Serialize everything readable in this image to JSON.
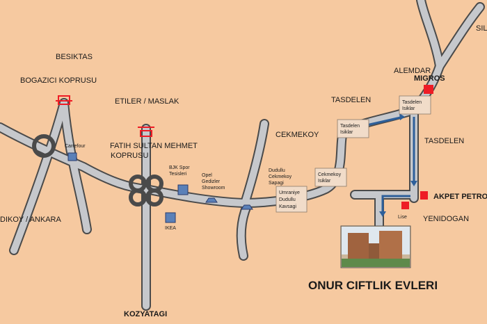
{
  "colors": {
    "background": "#f6c9a0",
    "road_outline": "#4a4a4a",
    "road_fill": "#c6c8cc",
    "marker_red": "#ee1c25",
    "marker_blue": "#5a80b8",
    "box_fill": "#f1dcc9",
    "route_arrow": "#2d5f9a"
  },
  "labels": {
    "besiktas": "BESIKTAS",
    "bogazici": "BOGAZICI KOPRUSU",
    "etiler": "ETILER / MASLAK",
    "fsm": "FATIH SULTAN MEHMET",
    "kopru": "KOPRUSU",
    "kadikoy": "DIKOY / ANKARA",
    "kozyatagi": "KOZYATAGI",
    "cekmekoy": "CEKMEKOY",
    "tasdelen_top": "TASDELEN",
    "alemdar": "ALEMDAR",
    "sil": "SIL",
    "migros": "MIGROS",
    "tasdelen_right": "TASDELEN",
    "akpet": "AKPET PETROI",
    "yenidogan": "YENIDOGAN",
    "destination": "ONUR CIFTLIK EVLERI"
  },
  "pois": {
    "carrefour": "Carrefour",
    "bjk": [
      "BJK Spor",
      "Tesisleri"
    ],
    "opel": [
      "Opel",
      "Gedizler",
      "Showroom"
    ],
    "ikea": "IKEA",
    "lise": "Lise",
    "dudullu_sapagi": [
      "Dudullu",
      "Cekmekoy",
      "Sapagi"
    ]
  },
  "boxes": {
    "umraniye": [
      "Umraniye",
      "Dudullu",
      "Kavsagi"
    ],
    "cekmekoy_isiklar": [
      "Cekmekoy",
      "Isiklar"
    ],
    "tasdelen_isiklar_1": [
      "Tasdelen",
      "Isiklar"
    ],
    "tasdelen_isiklar_2": [
      "Tasdelen",
      "Isiklar"
    ]
  }
}
